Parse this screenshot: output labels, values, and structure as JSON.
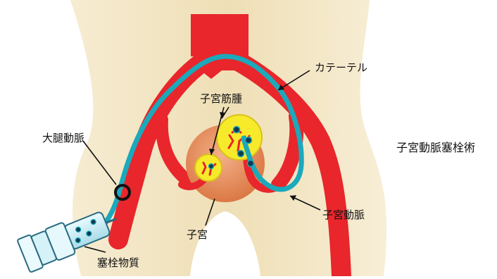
{
  "diagram": {
    "title": "子宮動脈塞栓術",
    "labels": {
      "femoral_artery": "大腿動脈",
      "catheter": "カテーテル",
      "fibroids": "子宮筋腫",
      "uterus": "子宮",
      "uterine_artery": "子宮動脈",
      "embolic_material": "塞栓物質"
    }
  },
  "colors": {
    "body_skin": "#f1e3bd",
    "artery": "#e8262b",
    "catheter": "#1ba9bb",
    "uterus": "#e58a55",
    "fibroid": "#f7ea2a",
    "particle": "#0d3b52",
    "syringe": "#cfeff7"
  }
}
